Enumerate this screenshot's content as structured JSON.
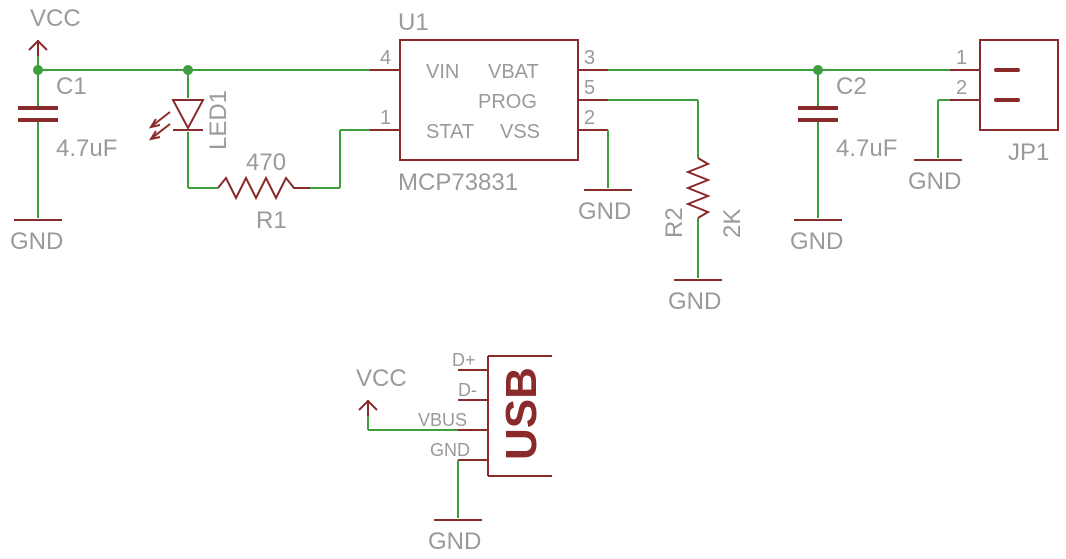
{
  "labels": {
    "vcc_top": "VCC",
    "vcc_usb": "VCC",
    "c1_name": "C1",
    "c1_value": "4.7uF",
    "c2_name": "C2",
    "c2_value": "4.7uF",
    "led_name": "LED1",
    "r1_value": "470",
    "r1_name": "R1",
    "r2_name": "R2",
    "r2_value": "2K",
    "u1_name": "U1",
    "u1_part": "MCP73831",
    "jp1_name": "JP1",
    "gnd_c1": "GND",
    "gnd_vss": "GND",
    "gnd_r2": "GND",
    "gnd_c2": "GND",
    "gnd_jp1": "GND",
    "gnd_usb": "GND"
  },
  "u1_pins": {
    "vin_label": "VIN",
    "vbat_label": "VBAT",
    "prog_label": "PROG",
    "stat_label": "STAT",
    "vss_label": "VSS",
    "vin_num": "4",
    "vbat_num": "3",
    "prog_num": "5",
    "stat_num": "1",
    "vss_num": "2"
  },
  "jp1_pins": {
    "pin1": "1",
    "pin2": "2"
  },
  "usb": {
    "title": "USB",
    "dplus": "D+",
    "dminus": "D-",
    "vbus": "VBUS",
    "gnd": "GND"
  },
  "colors": {
    "wire": "#3c9e3c",
    "symbol": "#8b2a2a",
    "text": "#9a9a9a"
  }
}
